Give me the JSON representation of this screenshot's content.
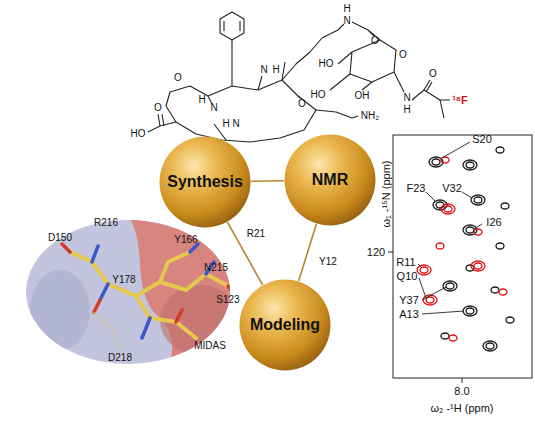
{
  "diagram": {
    "nodes": [
      {
        "text": [
          "Synthesis"
        ]
      },
      {
        "text": [
          "NMR"
        ]
      },
      {
        "text": [
          "Modeling"
        ]
      }
    ],
    "edges": [
      {
        "from": 0,
        "to": 1,
        "arrow": "none"
      },
      {
        "from": 0,
        "to": 2,
        "arrow": "none"
      },
      {
        "from": 1,
        "to": 2,
        "arrow": "none"
      }
    ],
    "labels": [
      "H",
      "N",
      "O",
      "O",
      "HO",
      "HO",
      "OH",
      "N",
      "H",
      "O",
      "¹⁸F",
      "H",
      "N",
      "N",
      "H",
      "O",
      "O",
      "H",
      "N",
      "O",
      "HO",
      "NH₂",
      "R216",
      "D150",
      "Y178",
      "D218",
      "Y166",
      "R21",
      "N215",
      "Y12",
      "S123",
      "MIDAS",
      "S20",
      "F23",
      "V32",
      "I26",
      "R11",
      "Q10",
      "Y37",
      "A13",
      "120",
      "8.0",
      "ω₁ -¹⁵N (ppm)",
      "ω₂ -¹H (ppm)"
    ]
  }
}
